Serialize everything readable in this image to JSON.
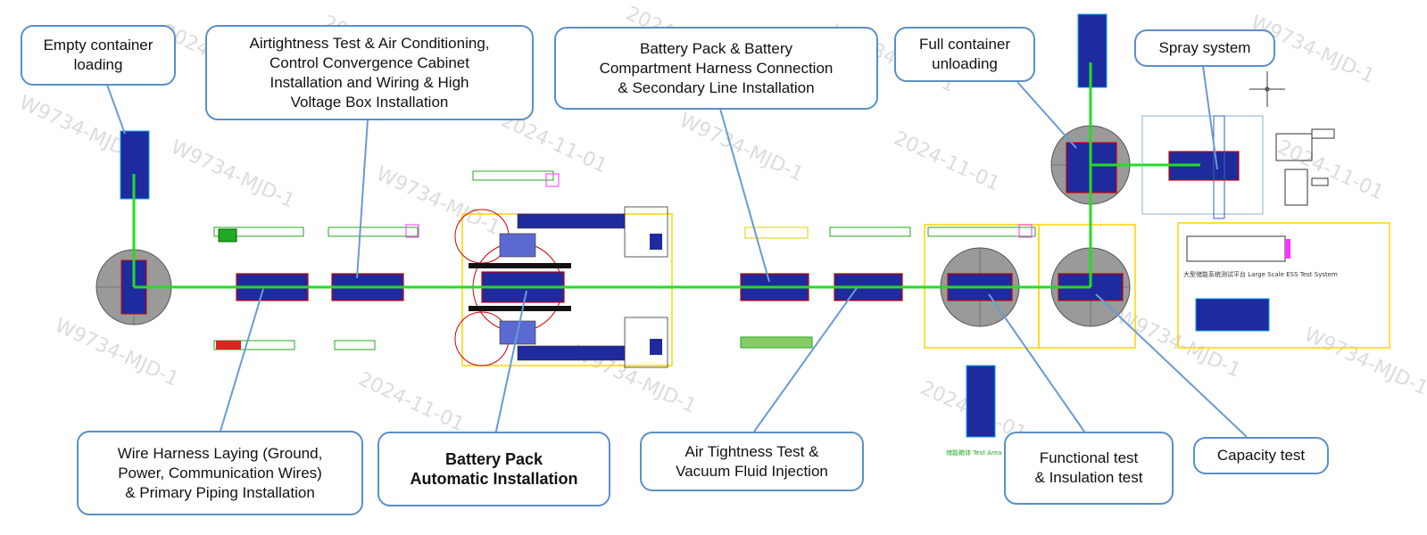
{
  "callouts": {
    "empty_loading": "Empty container\nloading",
    "airtight_ac": "Airtightness Test & Air Conditioning,\nControl Convergence Cabinet\nInstallation and Wiring & High\nVoltage Box Installation",
    "harness_connection": "Battery Pack & Battery\nCompartment Harness Connection\n& Secondary Line Installation",
    "full_unloading": "Full container\nunloading",
    "spray_system": "Spray system",
    "wire_harness": "Wire Harness Laying (Ground,\nPower, Communication Wires)\n& Primary Piping Installation",
    "pack_auto": "Battery Pack\nAutomatic Installation",
    "air_tightness": "Air Tightness Test &\nVacuum Fluid Injection",
    "functional": "Functional test\n& Insulation test",
    "capacity": "Capacity test"
  },
  "watermark": {
    "text_a": "W9734-MJD-1",
    "text_b": "2024-11-01"
  },
  "drawing_labels": {
    "ess_test_system": "大型储能系统测试平台 Large Scale ESS Test System",
    "small_label": "储能箱体 Test Area"
  },
  "colors": {
    "callout_border": "#5b8fc7",
    "leader_line": "#6a9bd1",
    "conveyor": "#22dd22",
    "container_fill": "#1f2a9e",
    "station_outline": "#cc0000",
    "turntable": "#888888",
    "zone_outline": "#ffd400"
  }
}
